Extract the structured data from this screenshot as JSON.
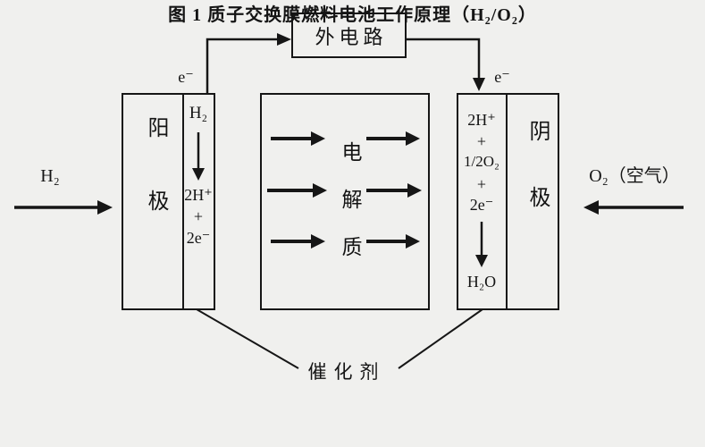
{
  "diagram": {
    "background": "#f0f0ee",
    "line_color": "#161616",
    "external_circuit_label": "外电路",
    "electron_left": "e⁻",
    "electron_right": "e⁻",
    "input_left": "H₂",
    "input_right": "O₂（空气）",
    "anode": {
      "label": "阳极",
      "fuel": "H₂",
      "reaction_line1": "2H⁺",
      "reaction_line2": "+",
      "reaction_line3": "2e⁻"
    },
    "electrolyte_label": "电解质",
    "cathode": {
      "label": "阴极",
      "reaction_line1": "2H⁺",
      "reaction_line2": "+",
      "reaction_line3": "1/2O₂",
      "reaction_line4": "+",
      "reaction_line5": "2e⁻",
      "product": "H₂O"
    },
    "catalyst_label": "催化剂",
    "caption": "图 1  质子交换膜燃料电池工作原理（H₂/O₂）"
  }
}
